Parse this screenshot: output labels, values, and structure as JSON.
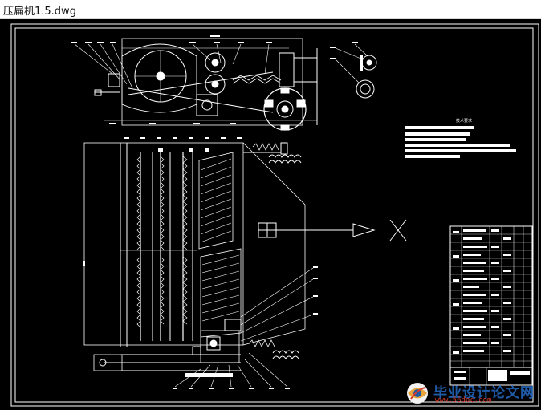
{
  "window": {
    "title": "压扁机1.5.dwg"
  },
  "drawing": {
    "notes_heading": "技术要求",
    "colors": {
      "background": "#000000",
      "lines": "#ffffff",
      "titlebar": "#ffffff"
    }
  },
  "watermark": {
    "text": "毕业设计论文网",
    "url": "www.56doc.com"
  }
}
